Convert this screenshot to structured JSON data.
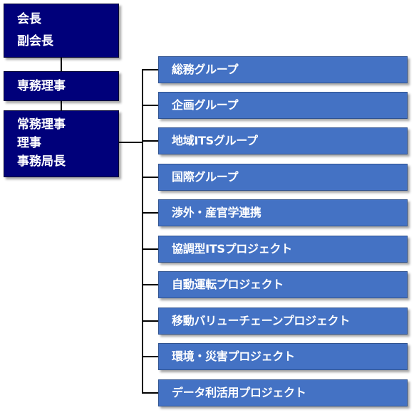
{
  "executives": {
    "top": [
      "会長",
      "副会長"
    ],
    "middle": [
      "専務理事"
    ],
    "bottom": [
      "常務理事",
      "理事",
      "事務局長"
    ]
  },
  "groups": [
    "総務グループ",
    "企画グループ",
    "地域ITSグループ",
    "国際グループ",
    "渉外・産官学連携",
    "協調型ITSプロジェクト",
    "自動運転プロジェクト",
    "移動バリューチェーンプロジェクト",
    "環境・災害プロジェクト",
    "データ利活用プロジェクト"
  ],
  "colors": {
    "executive_fill": "#00007a",
    "group_fill": "#4472c4",
    "text": "#ffffff",
    "connector": "#000000"
  }
}
